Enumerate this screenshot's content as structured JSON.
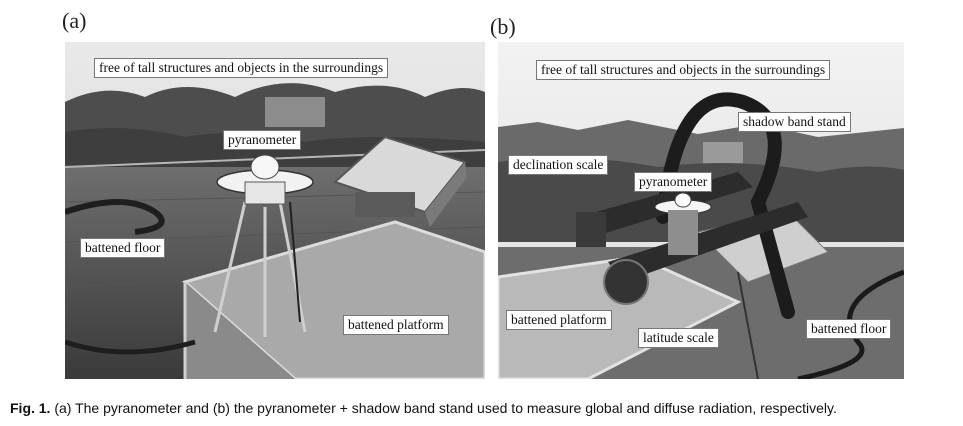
{
  "figure": {
    "panel_a": {
      "letter": "(a)",
      "labels": {
        "surroundings": "free of tall structures and objects in the surroundings",
        "pyranometer": "pyranometer",
        "battened_floor": "battened floor",
        "battened_platform": "battened platform"
      }
    },
    "panel_b": {
      "letter": "(b)",
      "labels": {
        "surroundings": "free of tall structures and objects in the surroundings",
        "shadow_band_stand": "shadow band stand",
        "declination_scale": "declination scale",
        "pyranometer": "pyranometer",
        "battened_platform": "battened platform",
        "latitude_scale": "latitude scale",
        "battened_floor": "battened floor"
      }
    },
    "caption": {
      "label": "Fig. 1.",
      "text": "(a) The pyranometer and (b) the pyranometer + shadow band stand used to measure global and diffuse radiation, respectively."
    }
  }
}
